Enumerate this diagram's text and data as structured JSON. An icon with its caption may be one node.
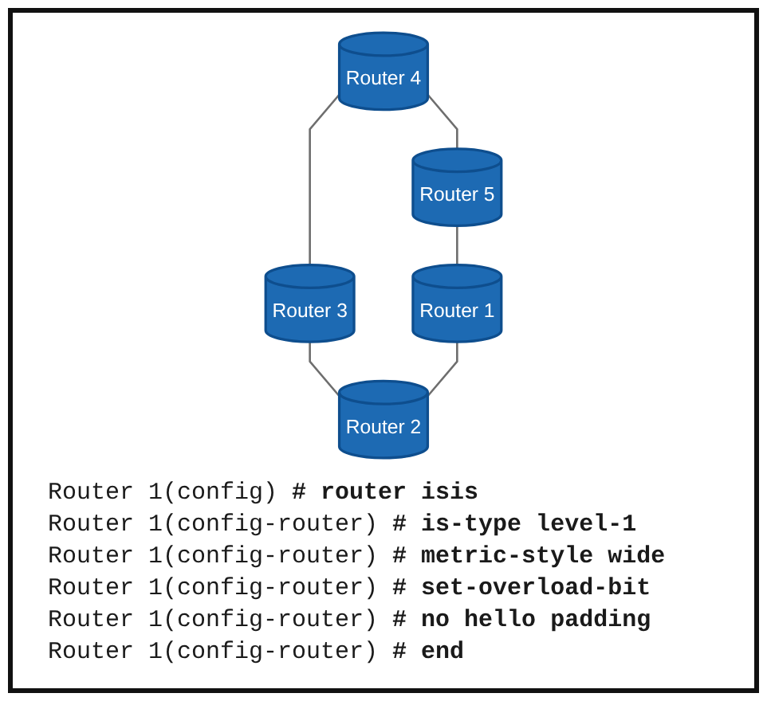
{
  "diagram": {
    "nodes": [
      {
        "text": [
          "Router 4"
        ]
      },
      {
        "text": [
          "Router 5"
        ]
      },
      {
        "text": [
          "Router 3"
        ]
      },
      {
        "text": [
          "Router 1"
        ]
      },
      {
        "text": [
          "Router 2"
        ]
      }
    ],
    "edges": [
      {
        "from": 0,
        "to": 1,
        "arrow": "none"
      },
      {
        "from": 0,
        "to": 2,
        "arrow": "none"
      },
      {
        "from": 1,
        "to": 3,
        "arrow": "none"
      },
      {
        "from": 2,
        "to": 4,
        "arrow": "none"
      },
      {
        "from": 3,
        "to": 4,
        "arrow": "none"
      }
    ],
    "labels": [
      "Router 1(config) **# router isis**",
      "Router 1(config-router) **# is-type level-1**",
      "Router 1(config-router) **# metric-style wide**",
      "Router 1(config-router) **# set-overload-bit**",
      "Router 1(config-router) **# no hello padding**",
      "Router 1(config-router) **# end**"
    ]
  }
}
